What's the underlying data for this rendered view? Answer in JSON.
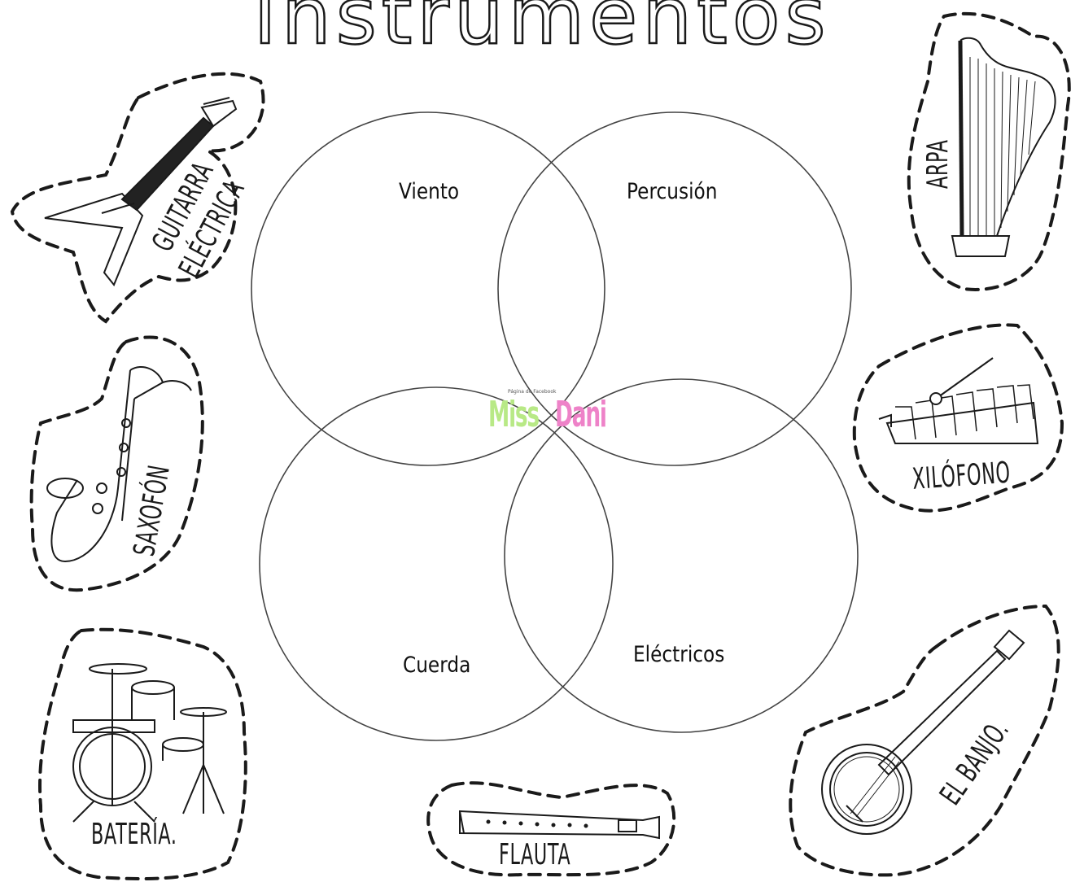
{
  "title": "Instrumentos",
  "circles": {
    "viento": "Viento",
    "percusion": "Percusión",
    "cuerda": "Cuerda",
    "electricos": "Eléctricos"
  },
  "watermark": {
    "caption": "Página de Facebook",
    "miss": "Miss",
    "dani": "Dani"
  },
  "cards": {
    "guitarra_line1": "GUITARRA",
    "guitarra_line2": "ELÉCTRICA",
    "arpa": "ARPA",
    "saxofon": "SAXOFÓN",
    "xilofono": "XILÓFONO",
    "bateria": "BATERÍA.",
    "flauta": "FLAUTA",
    "banjo": "EL BANJO."
  },
  "icons": [
    "electric-guitar-icon",
    "harp-icon",
    "saxophone-icon",
    "xylophone-icon",
    "drum-kit-icon",
    "recorder-flute-icon",
    "banjo-icon"
  ],
  "colors": {
    "line": "#1a1a1a",
    "watermark_green": "#b8e986",
    "watermark_pink": "#ee82c8"
  }
}
